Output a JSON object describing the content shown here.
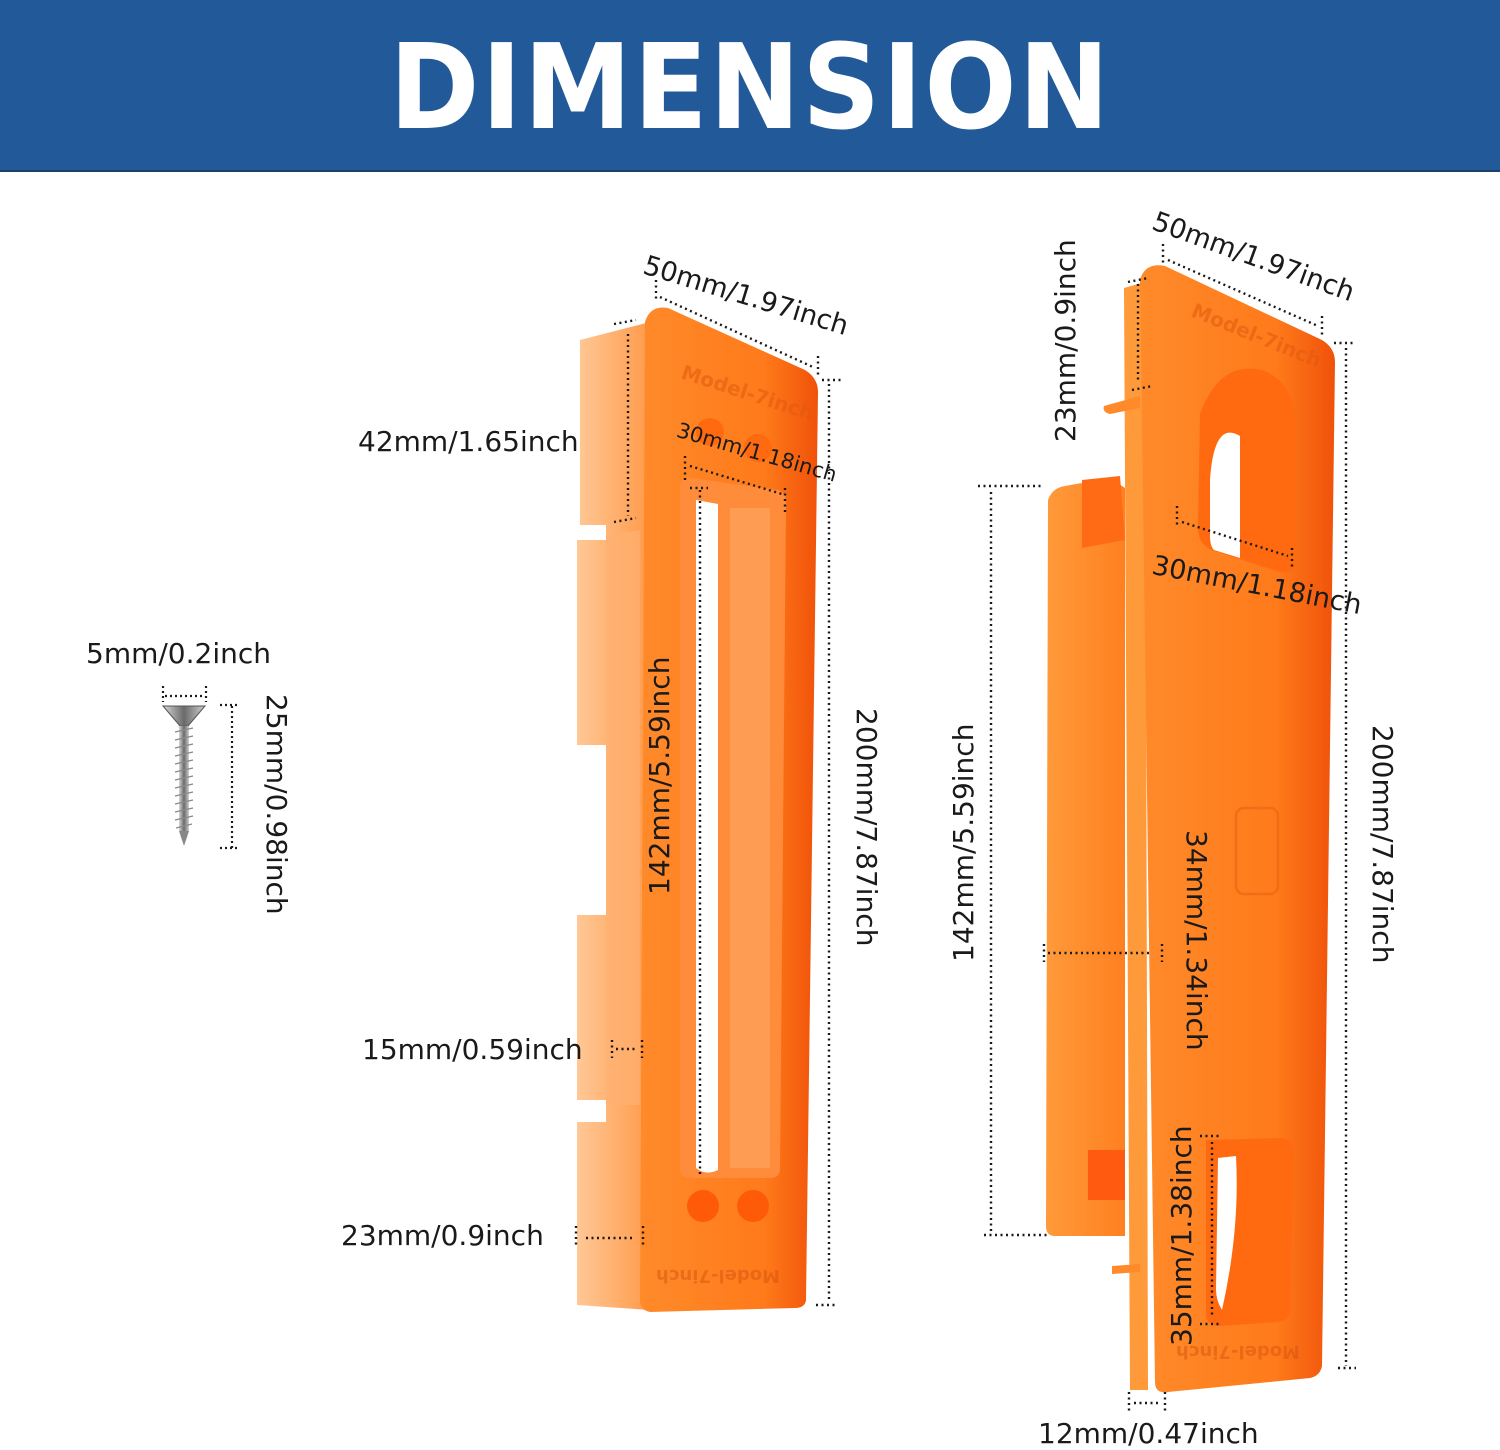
{
  "banner": {
    "title": "DIMENSION",
    "background": "#225a99",
    "text_color": "#ffffff"
  },
  "colors": {
    "product_orange": "#ff7a1a",
    "product_orange_dark": "#f05a0a",
    "product_orange_light": "#ffb47a",
    "dimension_line": "#1a1a1a"
  },
  "screw": {
    "name": "screw",
    "head_width_label": "5mm/0.2inch",
    "length_label": "25mm/0.98inch"
  },
  "jig_front": {
    "name": "hinge-jig-front-view",
    "embossed_text_top": "Model-7inch",
    "embossed_text_bottom": "Model-7inch",
    "labels": {
      "width": "50mm/1.97inch",
      "flange_height": "42mm/1.65inch",
      "slot_width": "30mm/1.18inch",
      "slot_length": "142mm/5.59inch",
      "total_length": "200mm/7.87inch",
      "tab_offset": "15mm/0.59inch",
      "bottom_margin": "23mm/0.9inch"
    }
  },
  "jig_side": {
    "name": "hinge-jig-side-view",
    "embossed_text_top": "Model-7inch",
    "embossed_text_bottom": "Model-7inch",
    "labels": {
      "width": "50mm/1.97inch",
      "top_tab": "23mm/0.9inch",
      "hole_width": "30mm/1.18inch",
      "block_length": "142mm/5.59inch",
      "block_depth": "34mm/1.34inch",
      "total_length": "200mm/7.87inch",
      "bottom_hole": "35mm/1.38inch",
      "thickness": "12mm/0.47inch"
    }
  }
}
